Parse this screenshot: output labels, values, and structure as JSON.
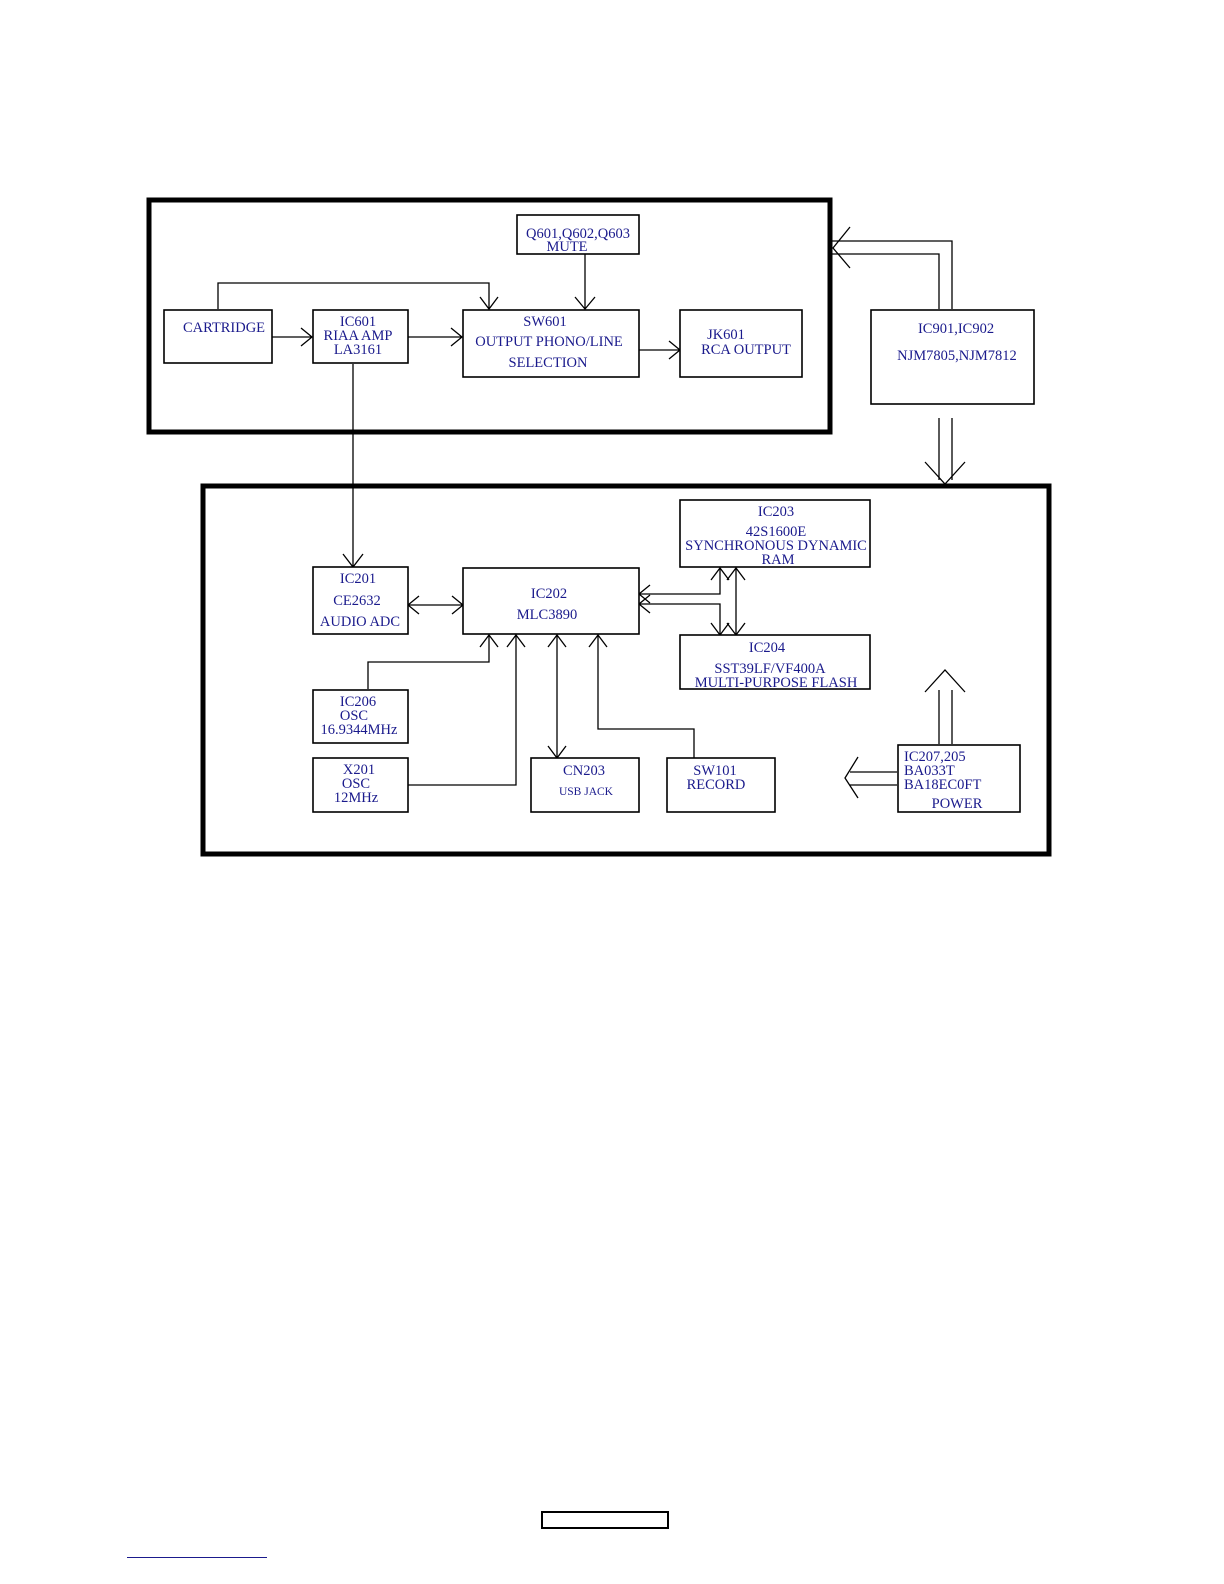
{
  "blocks": {
    "mute": {
      "l1": "Q601,Q602,Q603",
      "l2": "MUTE"
    },
    "cartridge": {
      "l1": "CARTRIDGE"
    },
    "ic601": {
      "l1": "IC601",
      "l2": "RIAA AMP",
      "l3": "LA3161"
    },
    "sw601": {
      "l1": "SW601",
      "l2": "OUTPUT PHONO/LINE",
      "l3": "SELECTION"
    },
    "jk601": {
      "l1": "JK601",
      "l2": "RCA OUTPUT"
    },
    "ic901": {
      "l1": "IC901,IC902",
      "l2": "NJM7805,NJM7812"
    },
    "ic203": {
      "l1": "IC203",
      "l2": "42S1600E",
      "l3": "SYNCHRONOUS DYNAMIC",
      "l4": "RAM"
    },
    "ic201": {
      "l1": "IC201",
      "l2": "CE2632",
      "l3": "AUDIO ADC"
    },
    "ic202": {
      "l1": "IC202",
      "l2": "MLC3890"
    },
    "ic204": {
      "l1": "IC204",
      "l2": "SST39LF/VF400A",
      "l3": "MULTI-PURPOSE FLASH"
    },
    "ic206": {
      "l1": "IC206",
      "l2": "OSC",
      "l3": "16.9344MHz"
    },
    "x201": {
      "l1": "X201",
      "l2": "OSC",
      "l3": "12MHz"
    },
    "cn203": {
      "l1": "CN203",
      "l2": "USB JACK"
    },
    "sw101": {
      "l1": "SW101",
      "l2": "RECORD"
    },
    "ic207": {
      "l1": "IC207,205",
      "l2": "BA033T",
      "l3": "BA18EC0FT",
      "l4": "POWER"
    }
  }
}
